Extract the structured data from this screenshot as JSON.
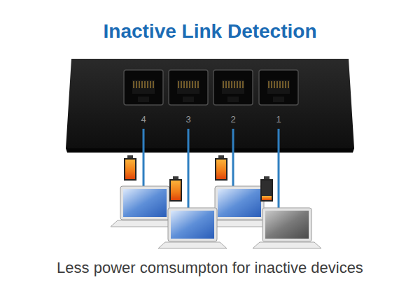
{
  "diagram": {
    "title": "Inactive Link Detection",
    "caption": "Less power comsumpton for inactive devices",
    "labels": [
      "4",
      "3",
      "2",
      "1"
    ]
  }
}
